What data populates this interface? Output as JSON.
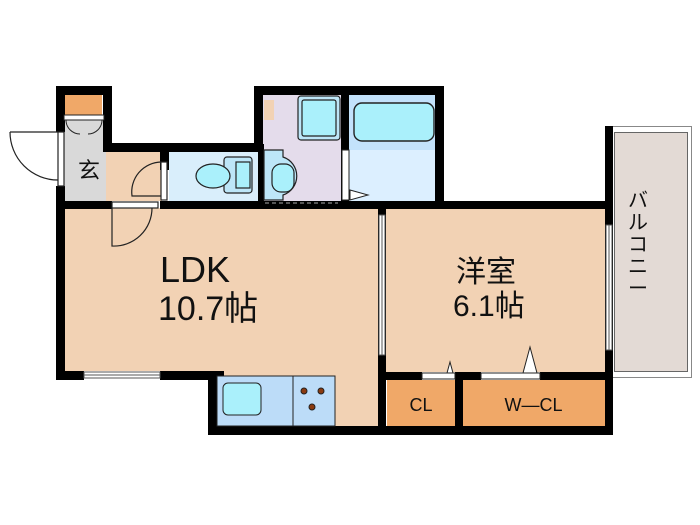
{
  "floorplan": {
    "rooms": {
      "entrance": {
        "label": "玄",
        "fill": "#d9d9d9"
      },
      "ldk": {
        "label": "LDK",
        "area": "10.7帖",
        "fill": "#f2d2b4"
      },
      "western_room": {
        "label": "洋室",
        "area": "6.1帖",
        "fill": "#f2d2b4"
      },
      "closet": {
        "label": "CL",
        "fill": "#f0a868"
      },
      "walk_in_closet": {
        "label": "W—CL",
        "fill": "#f0a868"
      },
      "balcony": {
        "label": "バルコニー",
        "fill": "#e3dad5"
      },
      "toilet": {
        "fill": "#d9eefb"
      },
      "washroom": {
        "fill": "#e4dceb"
      },
      "bathroom": {
        "fill": "#dcefff"
      },
      "shoe_box": {
        "fill": "#f0a868"
      }
    },
    "fixtures": {
      "sink_color": "#aaf0fb",
      "counter_color": "#bcdcf8",
      "burner_color": "#8b3a10"
    },
    "colors": {
      "wall": "#000000",
      "floor_wood": "#f2d2b4",
      "orange": "#f0a868"
    }
  }
}
